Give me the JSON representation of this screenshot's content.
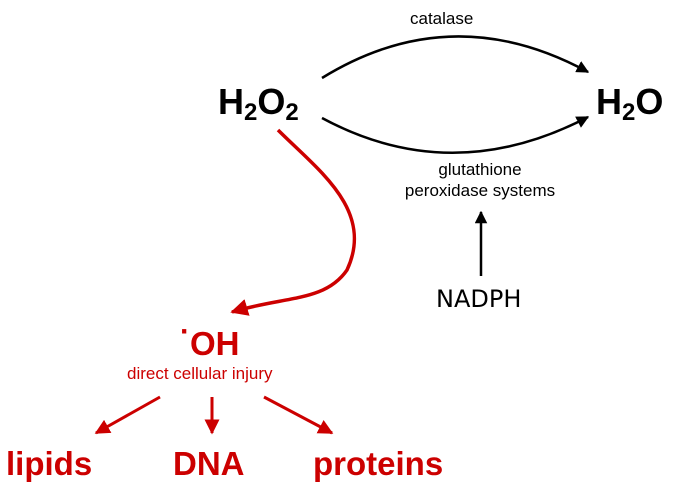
{
  "colors": {
    "primary": "#000000",
    "injury": "#cc0000"
  },
  "nodes": {
    "h2o2": {
      "base_1": "H",
      "sub_1": "2",
      "base_2": "O",
      "sub_2": "2"
    },
    "h2o": {
      "base_1": "H",
      "sub_1": "2",
      "base_2": "O"
    },
    "hydroxyl": {
      "dot": "·",
      "label": "OH"
    },
    "nadph": "NADPH",
    "targets": [
      "lipids",
      "DNA",
      "proteins"
    ]
  },
  "edge_labels": {
    "catalase": "catalase",
    "glutathione_line1": "glutathione",
    "glutathione_line2": "peroxidase systems",
    "injury": "direct cellular injury"
  }
}
